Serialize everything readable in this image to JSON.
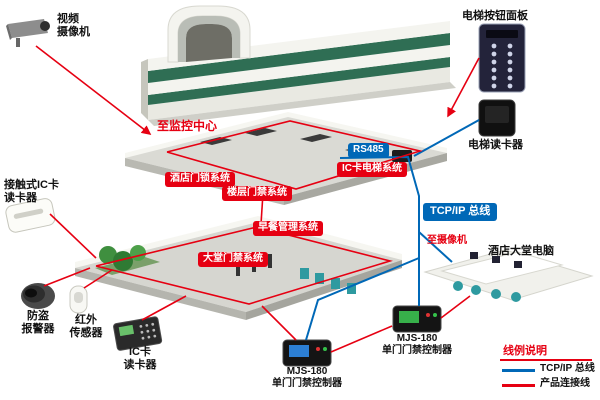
{
  "diagram": {
    "labels": {
      "video_camera": "视频\n摄像机",
      "elevator_panel": "电梯按钮面板",
      "elevator_reader": "电梯读卡器",
      "to_monitor_center": "至监控中心",
      "hotel_lock_system": "酒店门锁系统",
      "floor_access_system": "楼层门禁系统",
      "rs485": "RS485",
      "ic_elevator_system": "IC卡电梯系统",
      "tcpip_bus": "TCP/IP 总线",
      "to_camera": "至摄像机",
      "lobby_computer": "酒店大堂电脑",
      "contact_ic_reader": "接触式IC卡\n读卡器",
      "breakfast_system": "早餐管理系统",
      "lobby_access_system": "大堂门禁系统",
      "burglar_alarm": "防盗\n报警器",
      "ir_sensor": "红外\n传感器",
      "ic_card_reader": "IC卡\n读卡器",
      "controller_bottom": "MJS-180\n单门门禁控制器",
      "controller_right": "MJS-180\n单门门禁控制器"
    },
    "legend": {
      "title": "线例说明",
      "items": [
        {
          "label": "TCP/IP 总线",
          "color": "#0068b7"
        },
        {
          "label": "产品连接线",
          "color": "#e60012"
        }
      ]
    },
    "colors": {
      "tcpip_line": "#0068b7",
      "product_line": "#e60012",
      "building_green": "#2f6e54"
    }
  }
}
